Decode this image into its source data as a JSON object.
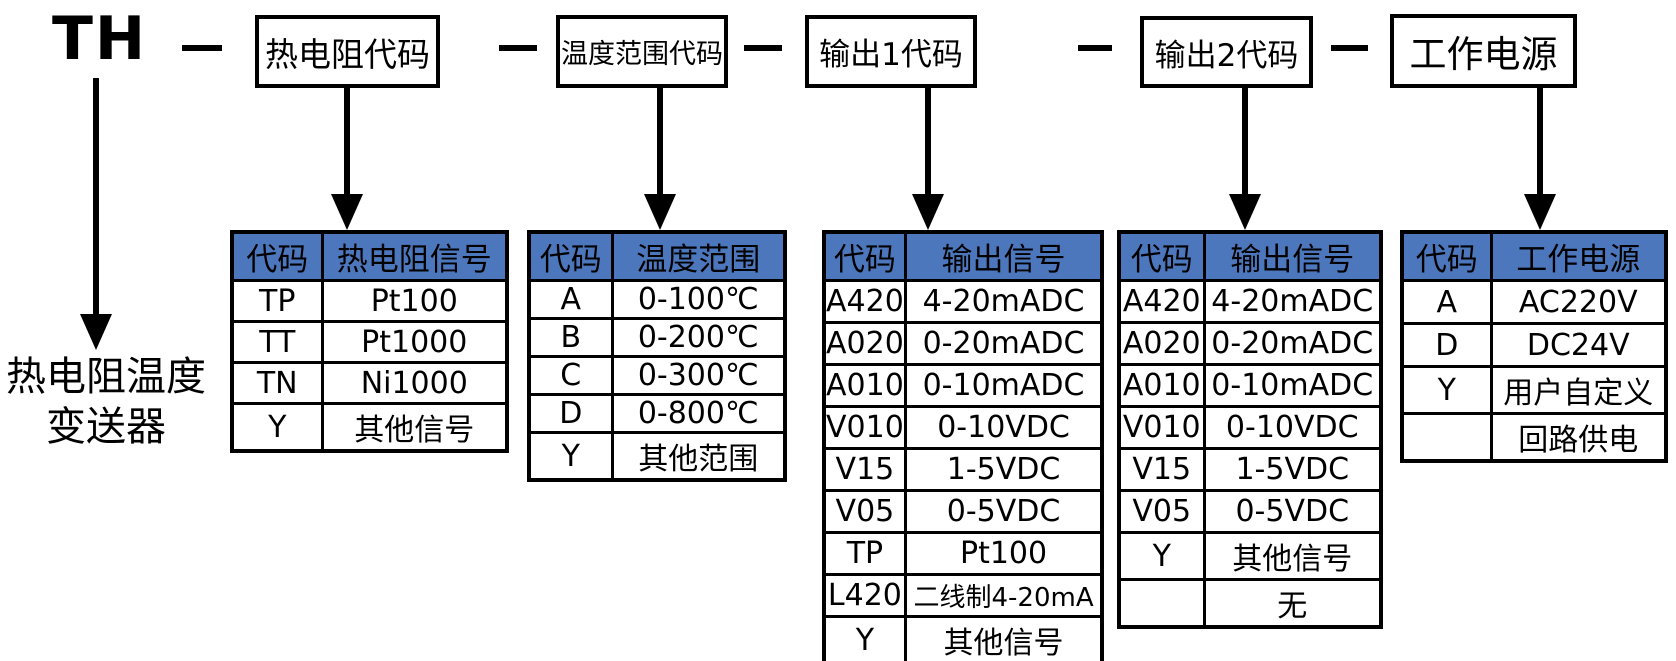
{
  "prefix": "TH",
  "caption": {
    "line1": "热电阻温度",
    "line2": "变送器"
  },
  "segments": [
    {
      "label": "热电阻代码"
    },
    {
      "label": "温度范围代码"
    },
    {
      "label": "输出1代码"
    },
    {
      "label": "输出2代码"
    },
    {
      "label": "工作电源"
    }
  ],
  "colors": {
    "header_bg": "#4d77bd",
    "line": "#000000",
    "background": "#ffffff"
  },
  "tables": [
    {
      "headers": [
        "代码",
        "热电阻信号"
      ],
      "rows": [
        [
          "TP",
          "Pt100"
        ],
        [
          "TT",
          "Pt1000"
        ],
        [
          "TN",
          "Ni1000"
        ],
        [
          "Y",
          "其他信号"
        ]
      ]
    },
    {
      "headers": [
        "代码",
        "温度范围"
      ],
      "rows": [
        [
          "A",
          "0-100℃"
        ],
        [
          "B",
          "0-200℃"
        ],
        [
          "C",
          "0-300℃"
        ],
        [
          "D",
          "0-800℃"
        ],
        [
          "Y",
          "其他范围"
        ]
      ]
    },
    {
      "headers": [
        "代码",
        "输出信号"
      ],
      "rows": [
        [
          "A420",
          "4-20mADC"
        ],
        [
          "A020",
          "0-20mADC"
        ],
        [
          "A010",
          "0-10mADC"
        ],
        [
          "V010",
          "0-10VDC"
        ],
        [
          "V15",
          "1-5VDC"
        ],
        [
          "V05",
          "0-5VDC"
        ],
        [
          "TP",
          "Pt100"
        ],
        [
          "L420",
          "二线制4-20mA"
        ],
        [
          "Y",
          "其他信号"
        ]
      ]
    },
    {
      "headers": [
        "代码",
        "输出信号"
      ],
      "rows": [
        [
          "A420",
          "4-20mADC"
        ],
        [
          "A020",
          "0-20mADC"
        ],
        [
          "A010",
          "0-10mADC"
        ],
        [
          "V010",
          "0-10VDC"
        ],
        [
          "V15",
          "1-5VDC"
        ],
        [
          "V05",
          "0-5VDC"
        ],
        [
          "Y",
          "其他信号"
        ],
        [
          "",
          "无"
        ]
      ]
    },
    {
      "headers": [
        "代码",
        "工作电源"
      ],
      "rows": [
        [
          "A",
          "AC220V"
        ],
        [
          "D",
          "DC24V"
        ],
        [
          "Y",
          "用户自定义"
        ],
        [
          "",
          "回路供电"
        ]
      ]
    }
  ]
}
